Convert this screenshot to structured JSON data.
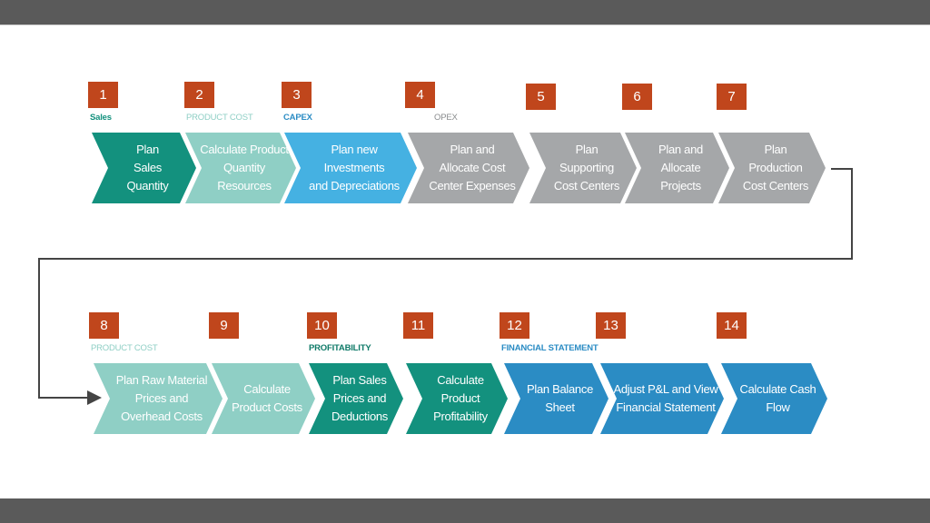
{
  "colors": {
    "dark_teal": "#13917e",
    "light_teal": "#8fcfc5",
    "sky_blue": "#45b1e2",
    "gray": "#a5a7a9",
    "blue": "#2b8cc4",
    "number_box": "#c0461c",
    "frame_bars": "#5a5a5a"
  },
  "steps": [
    {
      "number": "1",
      "category": "Sales",
      "label": "Plan\nSales\nQuantity",
      "color": "dark_teal"
    },
    {
      "number": "2",
      "category": "PRODUCT COST",
      "label": "Calculate Product\nQuantity\nResources",
      "color": "light_teal"
    },
    {
      "number": "3",
      "category": "CAPEX",
      "label": "Plan new\nInvestments\nand Depreciations",
      "color": "sky_blue"
    },
    {
      "number": "4",
      "category": "OPEX",
      "label": "Plan and\nAllocate Cost\nCenter Expenses",
      "color": "gray"
    },
    {
      "number": "5",
      "category": "",
      "label": "Plan\nSupporting\nCost Centers",
      "color": "gray"
    },
    {
      "number": "6",
      "category": "",
      "label": "Plan and\nAllocate\nProjects",
      "color": "gray"
    },
    {
      "number": "7",
      "category": "",
      "label": "Plan\nProduction\nCost Centers",
      "color": "gray"
    },
    {
      "number": "8",
      "category": "PRODUCT COST",
      "label": "Plan Raw Material\nPrices and\nOverhead Costs",
      "color": "light_teal"
    },
    {
      "number": "9",
      "category": "",
      "label": "Calculate\nProduct Costs",
      "color": "light_teal"
    },
    {
      "number": "10",
      "category": "PROFITABILITY",
      "label": "Plan  Sales\nPrices and\nDeductions",
      "color": "dark_teal"
    },
    {
      "number": "11",
      "category": "",
      "label": "Calculate\nProduct\nProfitability",
      "color": "dark_teal"
    },
    {
      "number": "12",
      "category": "FINANCIAL STATEMENT",
      "label": "Plan Balance\nSheet",
      "color": "blue"
    },
    {
      "number": "13",
      "category": "",
      "label": "Adjust P&L and View\nFinancial Statement",
      "color": "blue"
    },
    {
      "number": "14",
      "category": "",
      "label": "Calculate Cash\nFlow",
      "color": "blue"
    }
  ]
}
